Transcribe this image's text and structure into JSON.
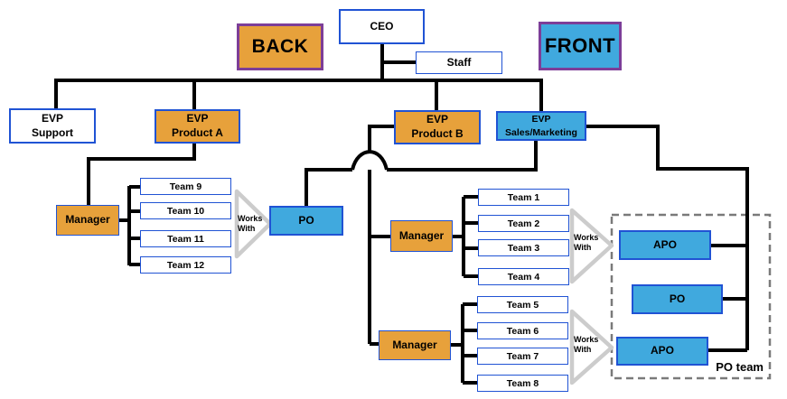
{
  "colors": {
    "orange": "#E7A13B",
    "blue": "#40A9DE",
    "purple_border": "#7D3E98",
    "blue_border": "#2053D4",
    "line": "#000000",
    "triangle": "#CCCCCC",
    "dashed_border": "#7A7A7A"
  },
  "banners": {
    "back": "BACK",
    "front": "FRONT"
  },
  "org": {
    "ceo": "CEO",
    "staff": "Staff",
    "evp_support": "EVP\nSupport",
    "evp_product_a": "EVP\nProduct A",
    "evp_product_b": "EVP\nProduct B",
    "evp_sales_marketing": "EVP\nSales/Marketing",
    "manager_back": "Manager",
    "manager_front_1": "Manager",
    "manager_front_2": "Manager",
    "po_back": "PO"
  },
  "teams_left": [
    "Team 9",
    "Team 10",
    "Team 11",
    "Team 12"
  ],
  "teams_mid": [
    "Team 1",
    "Team 2",
    "Team 3",
    "Team 4"
  ],
  "teams_bottom": [
    "Team 5",
    "Team 6",
    "Team 7",
    "Team 8"
  ],
  "works_with": "Works\nWith",
  "po_team": {
    "label": "PO team",
    "apo_top": "APO",
    "po": "PO",
    "apo_bottom": "APO"
  }
}
